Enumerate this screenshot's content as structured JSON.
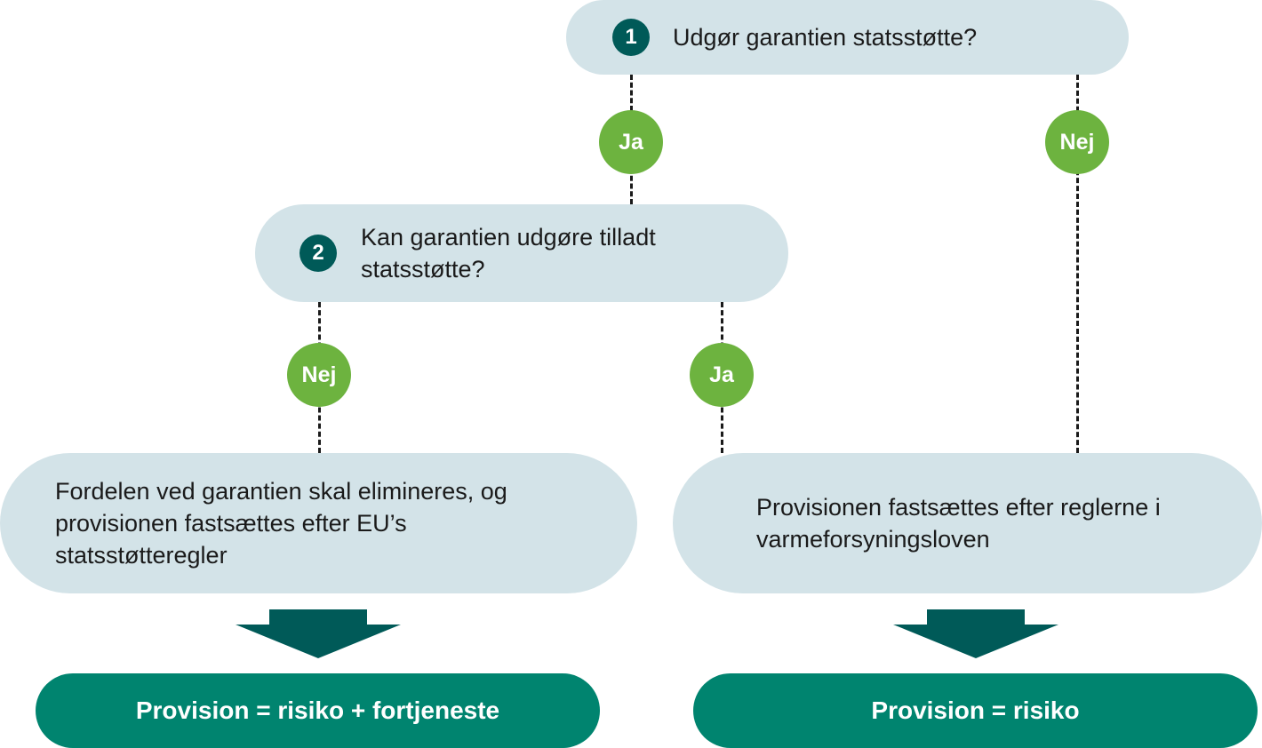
{
  "question1": {
    "number": "1",
    "text": "Udgør garantien statsstøtte?"
  },
  "question2": {
    "number": "2",
    "text": "Kan garantien udgøre tilladt statsstøtte?"
  },
  "answers": {
    "q1_yes": "Ja",
    "q1_no": "Nej",
    "q2_no": "Nej",
    "q2_yes": "Ja"
  },
  "outcomes": {
    "left": "Fordelen ved garantien skal elimineres, og provisionen fastsættes efter EU’s statsstøtteregler",
    "right": "Provisionen fastsættes efter reglerne i varmeforsyningsloven"
  },
  "results": {
    "left": "Provision = risiko + fortjeneste",
    "right": "Provision = risiko"
  },
  "colors": {
    "box": "#d3e3e8",
    "number": "#005a58",
    "answer": "#6db33f",
    "result": "#00846f",
    "arrow": "#005a58"
  }
}
